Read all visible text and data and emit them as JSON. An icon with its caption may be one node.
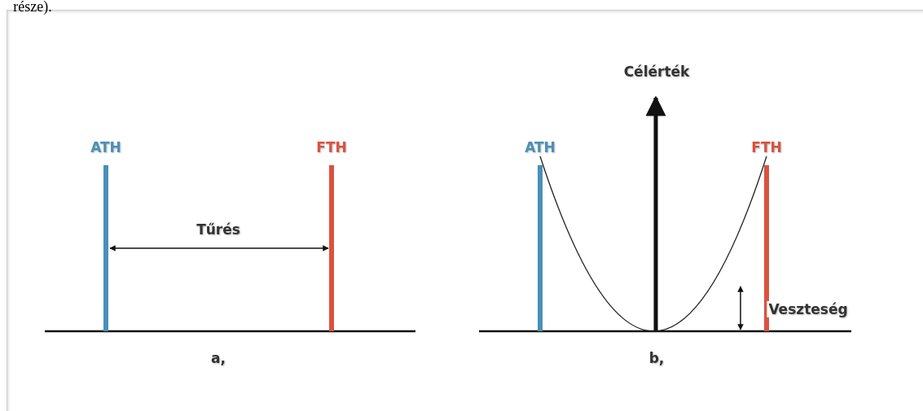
{
  "diagram": {
    "labels": [
      "része).",
      "Célérték",
      "ATH",
      "FTH",
      "ATH",
      "FTH",
      "Tűrés",
      "Veszteség",
      "a,",
      "b,"
    ]
  }
}
